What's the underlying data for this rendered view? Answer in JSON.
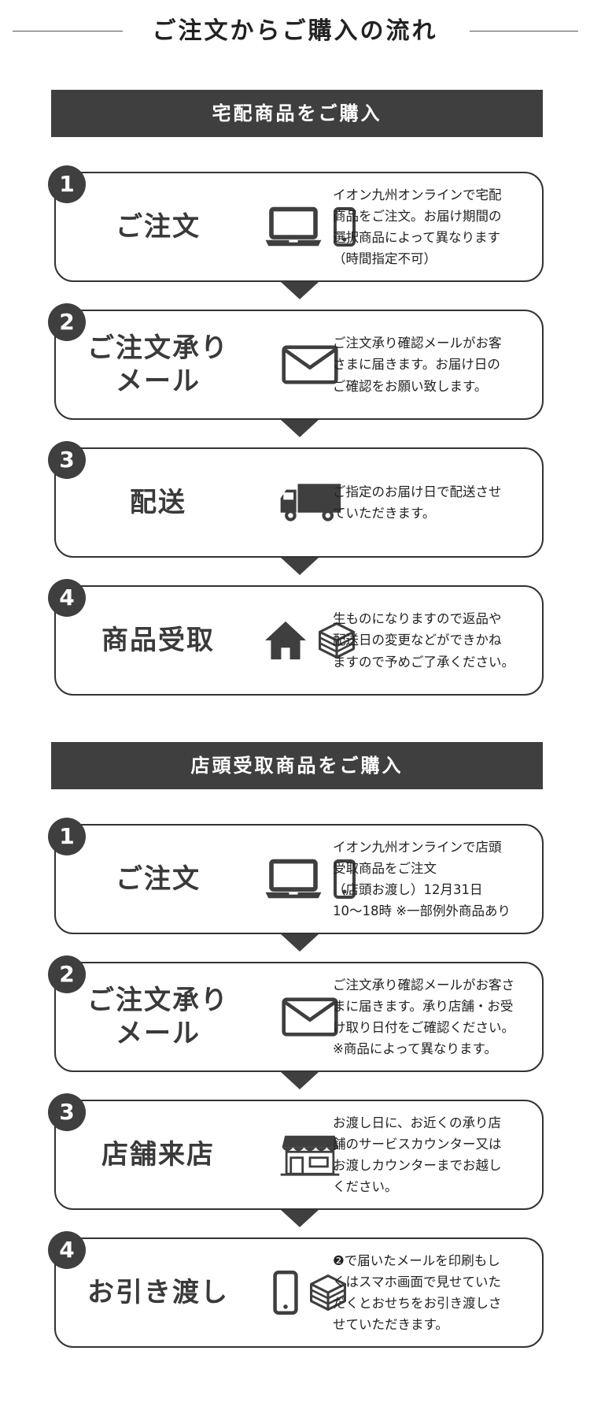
{
  "page_title": "ご注文からご購入の流れ",
  "sections": [
    {
      "heading": "宅配商品をご購入",
      "steps": [
        {
          "num": "1",
          "label": "ご注文",
          "desc": "イオン九州オンラインで宅配\n商品をご注文。お届け期間の\n選択商品によって異なります\n（時間指定不可）"
        },
        {
          "num": "2",
          "label": "ご注文承り\nメール",
          "desc": "ご注文承り確認メールがお客\nさまに届きます。お届け日の\nご確認をお願い致します。"
        },
        {
          "num": "3",
          "label": "配送",
          "desc": "ご指定のお届け日で配送させ\nていただきます。"
        },
        {
          "num": "4",
          "label": "商品受取",
          "desc": "生ものになりますので返品や\n配送日の変更などができかね\nますので予めご了承ください。"
        }
      ]
    },
    {
      "heading": "店頭受取商品をご購入",
      "steps": [
        {
          "num": "1",
          "label": "ご注文",
          "desc": "イオン九州オンラインで店頭\n受取商品をご注文\n（店頭お渡し）12月31日\n10～18時 ※一部例外商品あり"
        },
        {
          "num": "2",
          "label": "ご注文承り\nメール",
          "desc": "ご注文承り確認メールがお客さ\nまに届きます。承り店舗・お受\nけ取り日付をご確認ください。\n※商品によって異なります。"
        },
        {
          "num": "3",
          "label": "店舗来店",
          "desc": "お渡し日に、お近くの承り店\n舗のサービスカウンター又は\nお渡しカウンターまでお越し\nください。"
        },
        {
          "num": "4",
          "label": "お引き渡し",
          "desc": "❷で届いたメールを印刷もし\nくはスマホ画面で見せていた\nだくとおせちをお引き渡しさ\nせていただきます。"
        }
      ]
    }
  ],
  "icons": {
    "s1": [
      "laptop-icon",
      "smartphone-icon"
    ],
    "s2": [
      "mail-icon"
    ],
    "s3": [
      "truck-icon"
    ],
    "s4": [
      "house-icon",
      "box-stack-icon"
    ],
    "t1": [
      "laptop-icon",
      "smartphone-icon"
    ],
    "t2": [
      "mail-icon"
    ],
    "t3": [
      "storefront-icon"
    ],
    "t4": [
      "smartphone-icon",
      "box-stack-icon"
    ]
  },
  "colors": {
    "bar": "#3f3f3f",
    "text": "#333333",
    "icon": "#3f3f3f"
  }
}
